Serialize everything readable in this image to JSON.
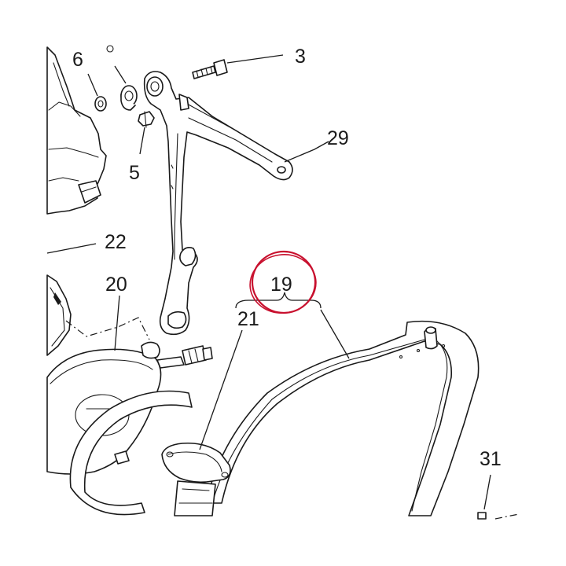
{
  "callouts": {
    "c3": "3",
    "c5": "5",
    "c6": "6",
    "c19": "19",
    "c20": "20",
    "c21": "21",
    "c22": "22",
    "c29": "29",
    "c31": "31"
  },
  "highlight": {
    "target": "19",
    "color": "#c8102e"
  },
  "colors": {
    "line": "#1a1a1a",
    "background": "#ffffff"
  }
}
